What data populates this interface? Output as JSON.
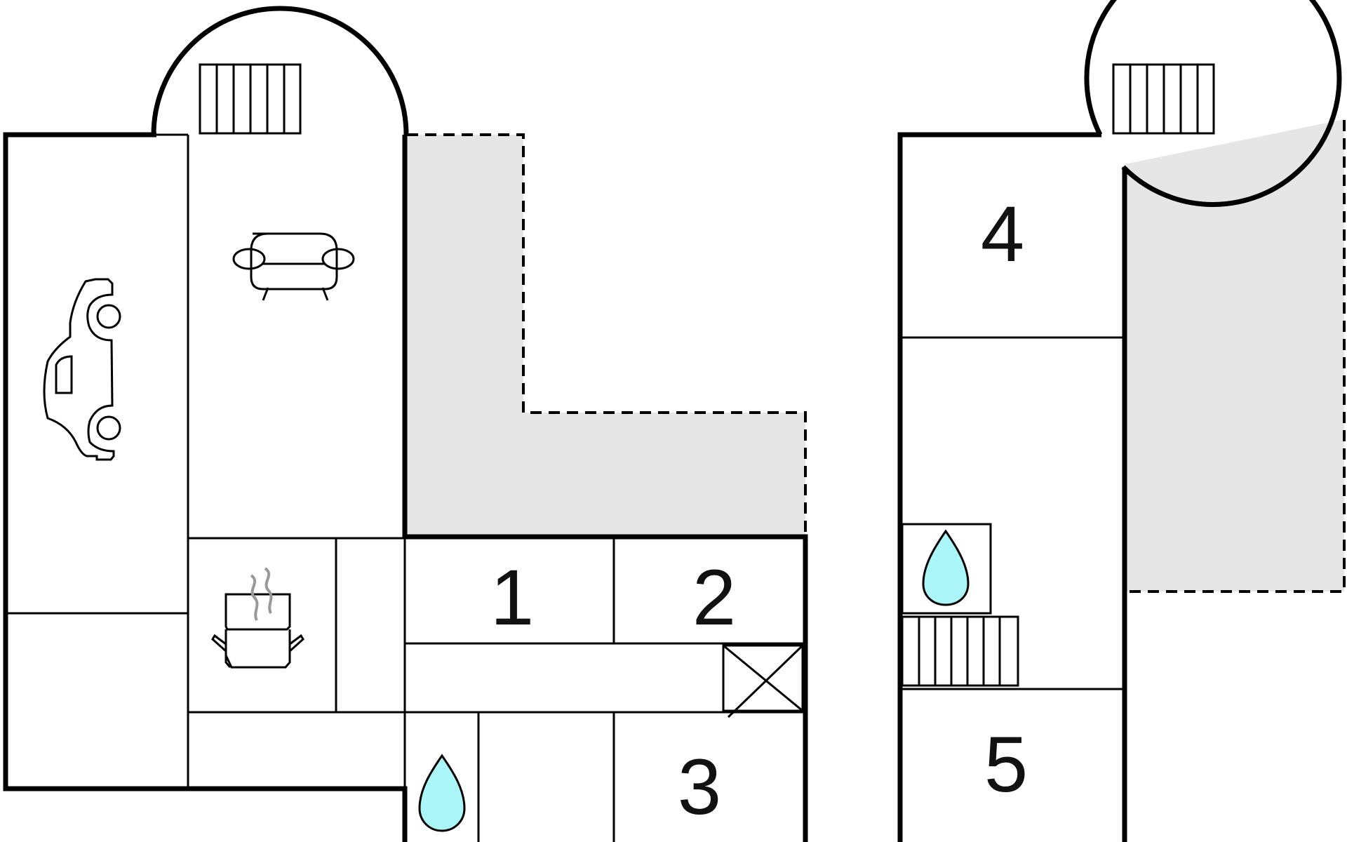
{
  "plan": {
    "colors": {
      "wall": "#000000",
      "terrace": "#e6e6e6",
      "water": "#aaf6f8",
      "steam": "#999999",
      "background": "#ffffff"
    },
    "rooms": [
      {
        "number": "1",
        "kind": "bedroom"
      },
      {
        "number": "2",
        "kind": "bedroom"
      },
      {
        "number": "3",
        "kind": "bedroom"
      },
      {
        "number": "4",
        "kind": "bedroom"
      },
      {
        "number": "5",
        "kind": "bedroom"
      }
    ],
    "icons": [
      "car-icon",
      "sofa-icon",
      "cooking-pot-icon",
      "water-drop-icon",
      "stairs-icon",
      "shaft-cross-icon"
    ]
  }
}
